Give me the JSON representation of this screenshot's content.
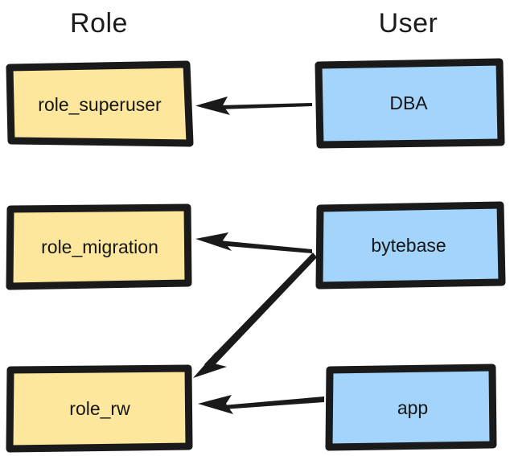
{
  "diagram": {
    "title_columns": [
      {
        "id": "role",
        "label": "Role"
      },
      {
        "id": "user",
        "label": "User"
      }
    ],
    "nodes": [
      {
        "id": "role_superuser",
        "label": "role_superuser",
        "column": "role",
        "fill": "#FCE79C",
        "stroke": "#1a1a1a"
      },
      {
        "id": "dba",
        "label": "DBA",
        "column": "user",
        "fill": "#A3D4FB",
        "stroke": "#1a1a1a"
      },
      {
        "id": "role_migration",
        "label": "role_migration",
        "column": "role",
        "fill": "#FCE79C",
        "stroke": "#1a1a1a"
      },
      {
        "id": "bytebase",
        "label": "bytebase",
        "column": "user",
        "fill": "#A3D4FB",
        "stroke": "#1a1a1a"
      },
      {
        "id": "role_rw",
        "label": "role_rw",
        "column": "role",
        "fill": "#FCE79C",
        "stroke": "#1a1a1a"
      },
      {
        "id": "app",
        "label": "app",
        "column": "user",
        "fill": "#A3D4FB",
        "stroke": "#1a1a1a"
      }
    ],
    "edges": [
      {
        "id": "dba-to-role-superuser",
        "from": "dba",
        "to": "role_superuser",
        "style": "solid-tapered"
      },
      {
        "id": "bytebase-to-role-migration",
        "from": "bytebase",
        "to": "role_migration",
        "style": "solid-tapered"
      },
      {
        "id": "bytebase-to-role-rw",
        "from": "bytebase",
        "to": "role_rw",
        "style": "solid-tapered"
      },
      {
        "id": "app-to-role-rw",
        "from": "app",
        "to": "role_rw",
        "style": "solid-thin"
      }
    ],
    "colors": {
      "role_fill": "#FCE79C",
      "user_fill": "#A3D4FB",
      "ink": "#1a1a1a",
      "background": "#ffffff"
    }
  }
}
